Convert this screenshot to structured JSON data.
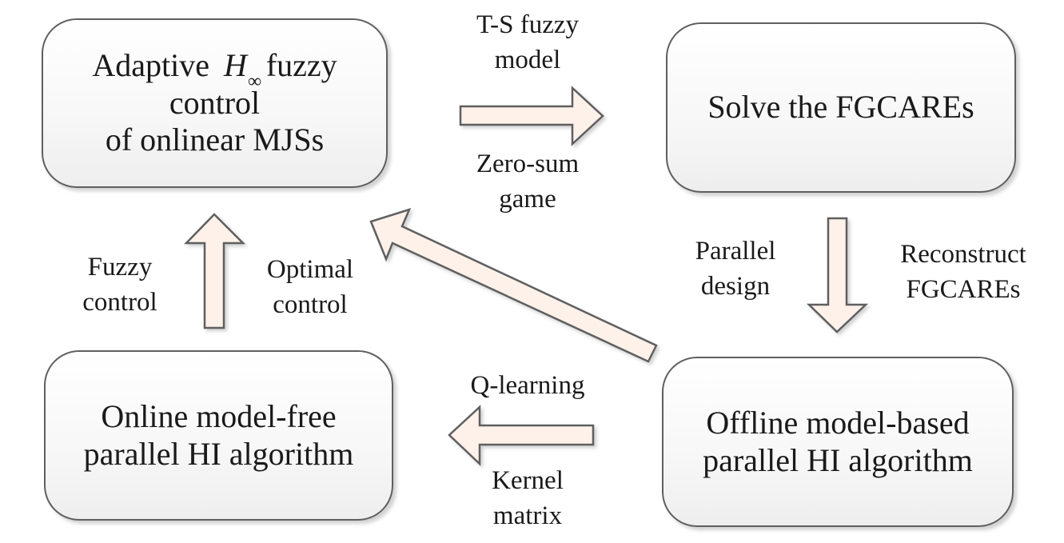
{
  "nodes": {
    "adaptive_control": {
      "line1_prefix": "Adaptive",
      "symbol_base": "H",
      "symbol_sub": "∞",
      "line1_suffix": "fuzzy",
      "line2": "control",
      "line3": "of onlinear MJSs"
    },
    "solve_fgcares": {
      "label": "Solve the FGCAREs"
    },
    "offline_hi": {
      "line1": "Offline model-based",
      "line2": "parallel HI algorithm"
    },
    "online_hi": {
      "line1": "Online model-free",
      "line2": "parallel HI algorithm"
    }
  },
  "edges": {
    "ts_to_solve": {
      "label_above": [
        "T-S fuzzy",
        "model"
      ],
      "label_below": [
        "Zero-sum",
        "game"
      ],
      "direction": "right"
    },
    "solve_to_offline": {
      "label_left": [
        "Parallel",
        "design"
      ],
      "label_right": [
        "Reconstruct",
        "FGCAREs"
      ],
      "direction": "down"
    },
    "offline_to_online": {
      "label_above": [
        "Q-learning"
      ],
      "label_below": [
        "Kernel",
        "matrix"
      ],
      "direction": "left"
    },
    "online_to_adaptive": {
      "label_left": [
        "Fuzzy",
        "control"
      ],
      "label_right": [
        "Optimal",
        "control"
      ],
      "direction": "up"
    },
    "offline_to_adaptive": {
      "direction": "up-left"
    }
  },
  "colors": {
    "arrow_fill": "#fdf1ea",
    "arrow_stroke": "#5f5f5f",
    "box_stroke": "#5f5f5f",
    "text": "#1a1a1a"
  }
}
